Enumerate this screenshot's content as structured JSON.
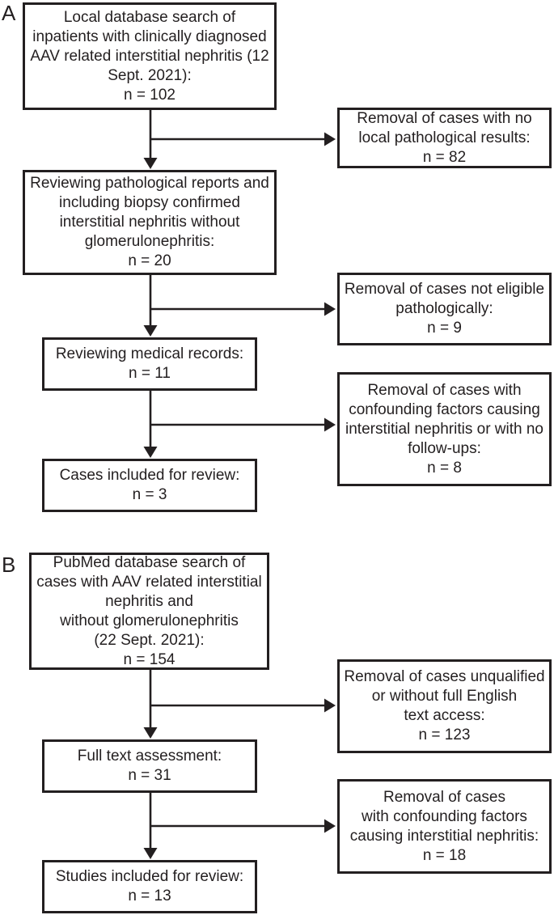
{
  "colors": {
    "ink": "#231f20",
    "background": "#ffffff"
  },
  "panels": {
    "a": {
      "label": "A",
      "flow": {
        "step1": "Local database search of\ninpatients with clinically diagnosed\nAAV related interstitial nephritis (12\nSept. 2021):\nn = 102",
        "step2": "Reviewing pathological reports and\nincluding biopsy confirmed\ninterstitial nephritis without\nglomerulonephritis:\nn = 20",
        "step3": "Reviewing medical records:\nn = 11",
        "step4": "Cases included for review:\nn = 3"
      },
      "exclusions": {
        "ex1": "Removal of cases with no\nlocal pathological results:\nn = 82",
        "ex2": "Removal of cases not eligible\npathologically:\nn = 9",
        "ex3": "Removal of cases with\nconfounding factors causing\ninterstitial nephritis or with no\nfollow-ups:\nn = 8"
      }
    },
    "b": {
      "label": "B",
      "flow": {
        "step1": "PubMed database search of\ncases with AAV related interstitial\nnephritis and\nwithout glomerulonephritis\n(22 Sept. 2021):\nn = 154",
        "step2": "Full text assessment:\nn = 31",
        "step3": "Studies included for review:\nn = 13"
      },
      "exclusions": {
        "ex1": "Removal of cases unqualified\nor without full English\ntext access:\nn = 123",
        "ex2": "Removal of cases\nwith confounding factors\ncausing interstitial nephritis:\nn = 18"
      }
    }
  }
}
